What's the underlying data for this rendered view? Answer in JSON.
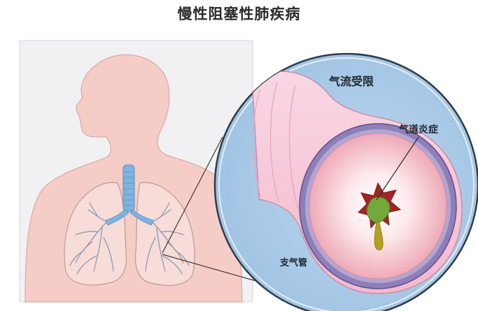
{
  "title": "慢性阻塞性肺疾病",
  "labels": {
    "airflow": "气流受限",
    "inflammation": "气道炎症",
    "bronchus": "支气管"
  },
  "colors": {
    "panel_bg": "#f1f1f3",
    "skin": "#f6cdc6",
    "trachea": "#7fb4e1",
    "zoom_bg": "#a9c9e6",
    "tube_outer": "#f7c7d7",
    "tube_wall": "#8e7fb7",
    "lumen_inner": "#f2bcc4",
    "mucus": "#74a83a"
  }
}
